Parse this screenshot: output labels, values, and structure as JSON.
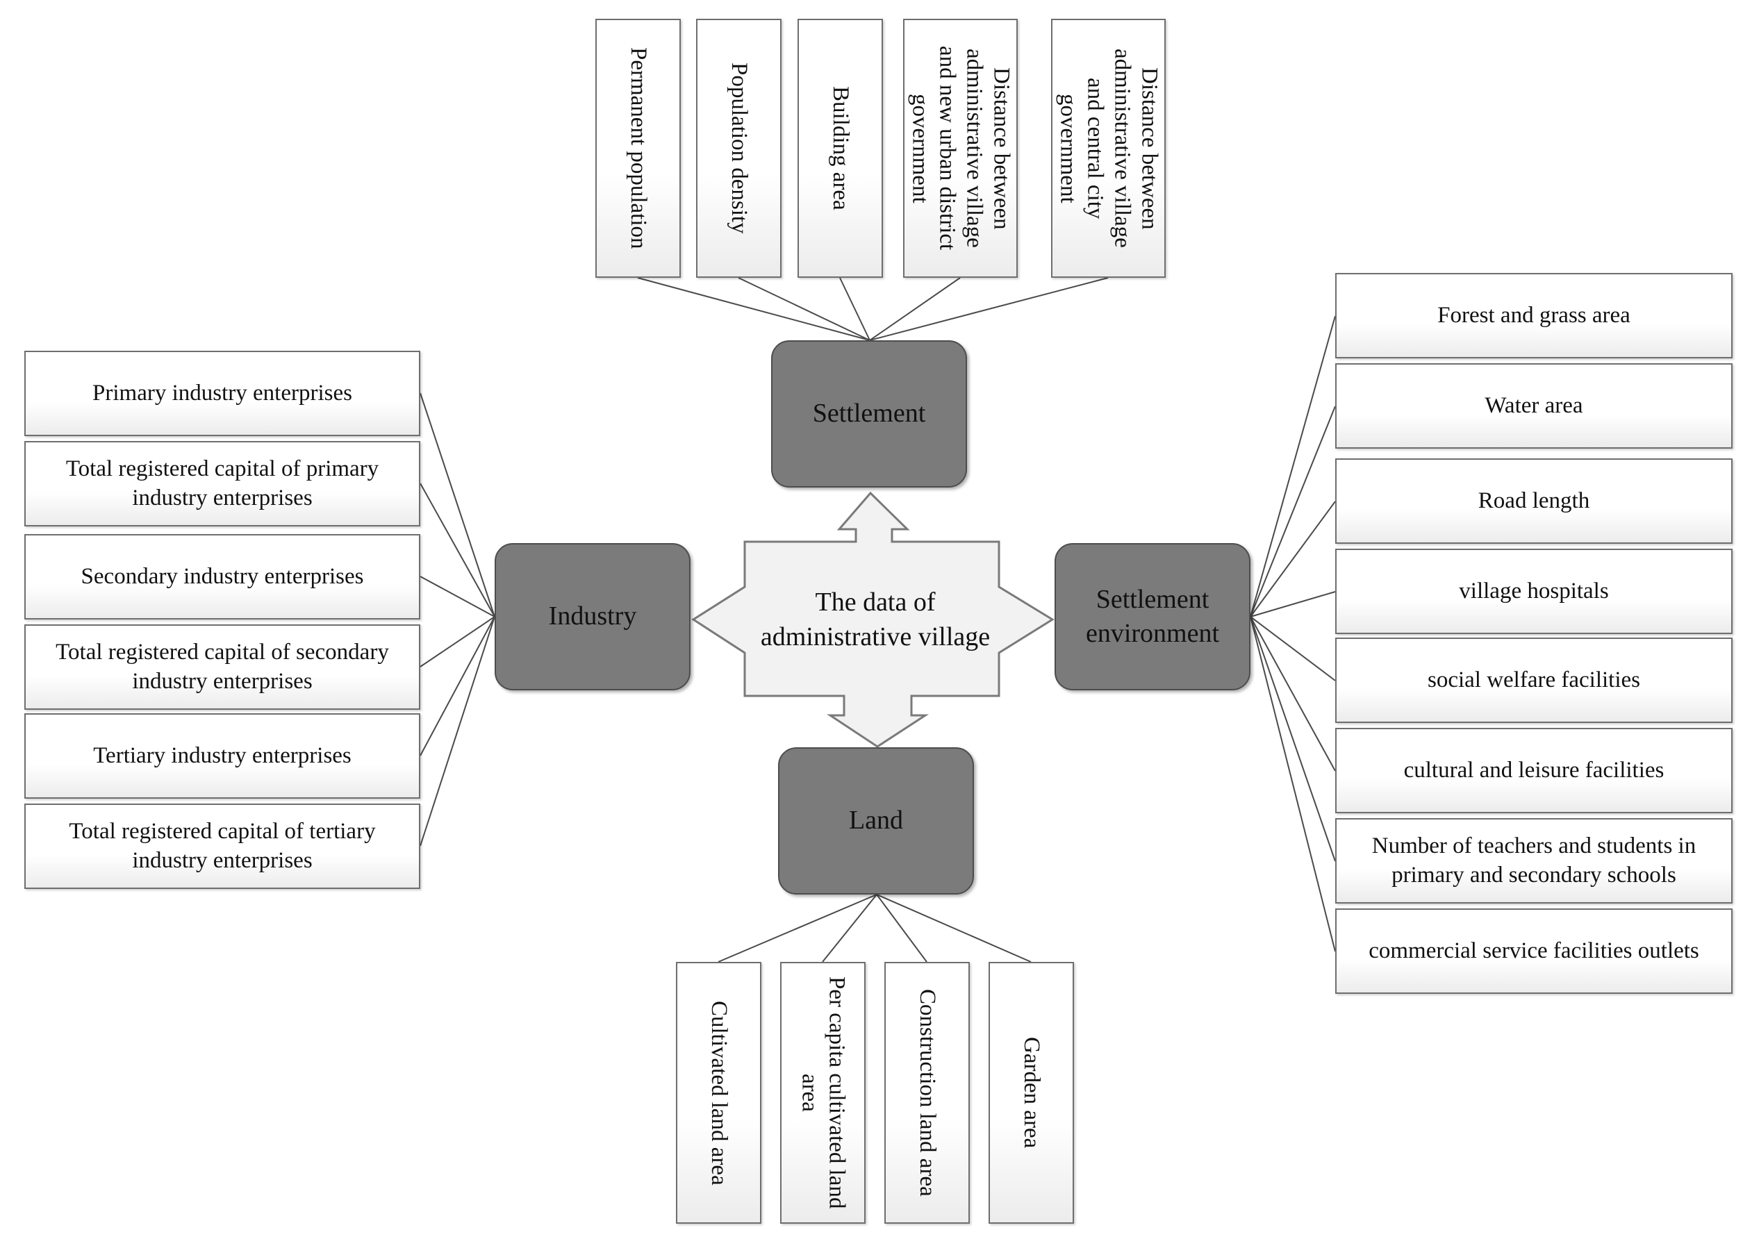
{
  "center": {
    "title": "The data of administrative village"
  },
  "categories": {
    "settlement": "Settlement",
    "industry": "Industry",
    "environment": "Settlement environment",
    "land": "Land"
  },
  "settlement_items": [
    "Permanent population",
    "Population density",
    "Building area",
    "Distance between administrative village and new urban district government",
    "Distance between administrative village and central city government"
  ],
  "industry_items": [
    "Primary industry enterprises",
    "Total registered capital of primary industry enterprises",
    "Secondary industry enterprises",
    "Total registered capital of secondary industry enterprises",
    "Tertiary industry enterprises",
    "Total registered capital of tertiary industry enterprises"
  ],
  "environment_items": [
    "Forest and grass area",
    "Water area",
    "Road length",
    "village hospitals",
    "social welfare facilities",
    "cultural and leisure facilities",
    "Number of teachers and students in primary and secondary schools",
    "commercial service facilities outlets"
  ],
  "land_items": [
    "Cultivated land area",
    "Per capita cultivated land area",
    "Construction land area",
    "Garden area"
  ],
  "colors": {
    "category_fill": "#7b7b7b",
    "arrow_fill": "#f2f2f2",
    "line": "#4a4a4a"
  }
}
